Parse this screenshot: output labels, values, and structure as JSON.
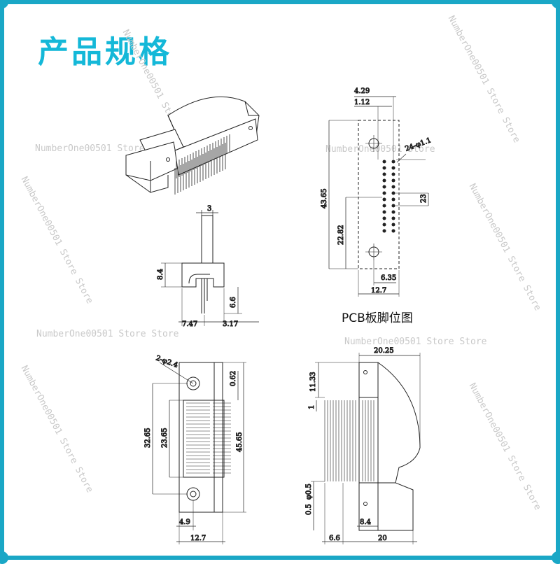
{
  "page": {
    "title": "产品规格"
  },
  "watermarks": {
    "store": "NumberOne00501 Store Store",
    "store_short": "NumberOne00501 Store"
  },
  "pcb_view": {
    "caption": "PCB板脚位图",
    "dims": {
      "d429": "4.29",
      "d112": "1.12",
      "holes": "24-φ1.1",
      "d4365": "43.65",
      "d23": "23",
      "d2282": "22.82",
      "d635": "6.35",
      "d127": "12.7"
    }
  },
  "side_view": {
    "dims": {
      "d3": "3",
      "d84": "8.4",
      "d66": "6.6",
      "d747": "7.47",
      "d317": "3.17"
    }
  },
  "front_view": {
    "dims": {
      "holes": "2-φ2.4",
      "d062": "0.62",
      "d3265": "32.65",
      "d2365": "23.65",
      "d4565": "45.65",
      "d49": "4.9",
      "d127": "12.7"
    }
  },
  "profile_view": {
    "dims": {
      "d2025": "20.25",
      "d1133": "11.33",
      "d1": "1",
      "d05": "0.5",
      "d05b": "φ0.5",
      "d84": "8.4",
      "d66": "6.6",
      "d20": "20"
    }
  },
  "colors": {
    "frame": "#1aa7c6",
    "title": "#14b8d8",
    "line": "#222222"
  }
}
